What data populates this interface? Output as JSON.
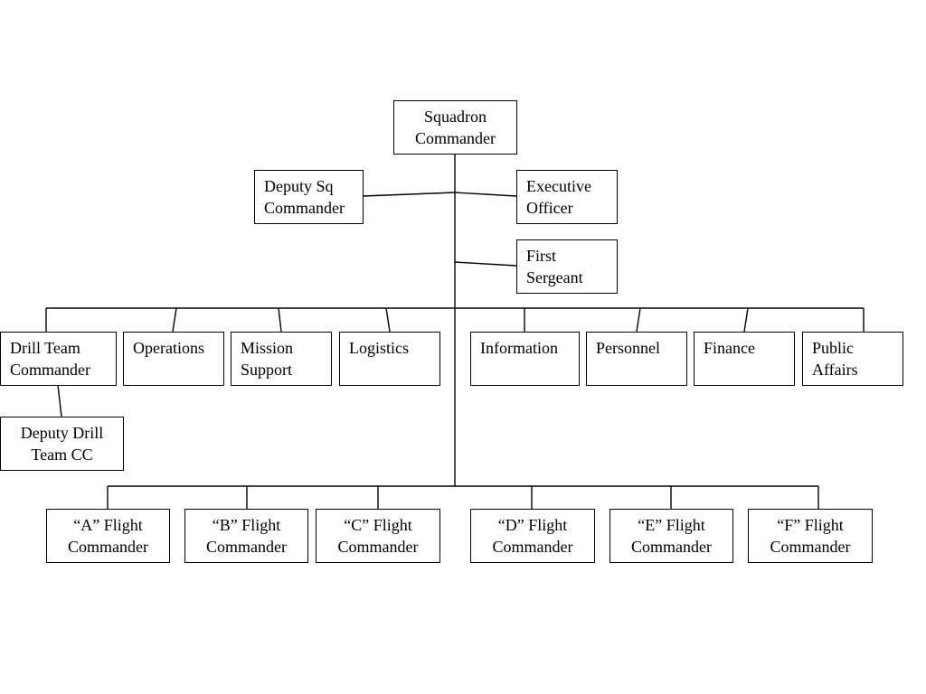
{
  "org_chart": {
    "squadron_commander": {
      "line1": "Squadron",
      "line2": "Commander"
    },
    "deputy_sq_commander": {
      "line1": "Deputy Sq",
      "line2": "Commander"
    },
    "executive_officer": {
      "line1": "Executive",
      "line2": "Officer"
    },
    "first_sergeant": {
      "line1": "First",
      "line2": "Sergeant"
    },
    "staff": [
      {
        "line1": "Drill Team",
        "line2": "Commander"
      },
      {
        "line1": "Operations",
        "line2": ""
      },
      {
        "line1": "Mission",
        "line2": "Support"
      },
      {
        "line1": "Logistics",
        "line2": ""
      },
      {
        "line1": "Information",
        "line2": ""
      },
      {
        "line1": "Personnel",
        "line2": ""
      },
      {
        "line1": "Finance",
        "line2": ""
      },
      {
        "line1": "Public",
        "line2": "Affairs"
      }
    ],
    "deputy_drill_team_cc": {
      "line1": "Deputy Drill",
      "line2": "Team CC"
    },
    "flights": [
      {
        "line1": "“A” Flight",
        "line2": "Commander"
      },
      {
        "line1": "“B” Flight",
        "line2": "Commander"
      },
      {
        "line1": "“C” Flight",
        "line2": "Commander"
      },
      {
        "line1": "“D” Flight",
        "line2": "Commander"
      },
      {
        "line1": "“E” Flight",
        "line2": "Commander"
      },
      {
        "line1": "“F” Flight",
        "line2": "Commander"
      }
    ]
  }
}
